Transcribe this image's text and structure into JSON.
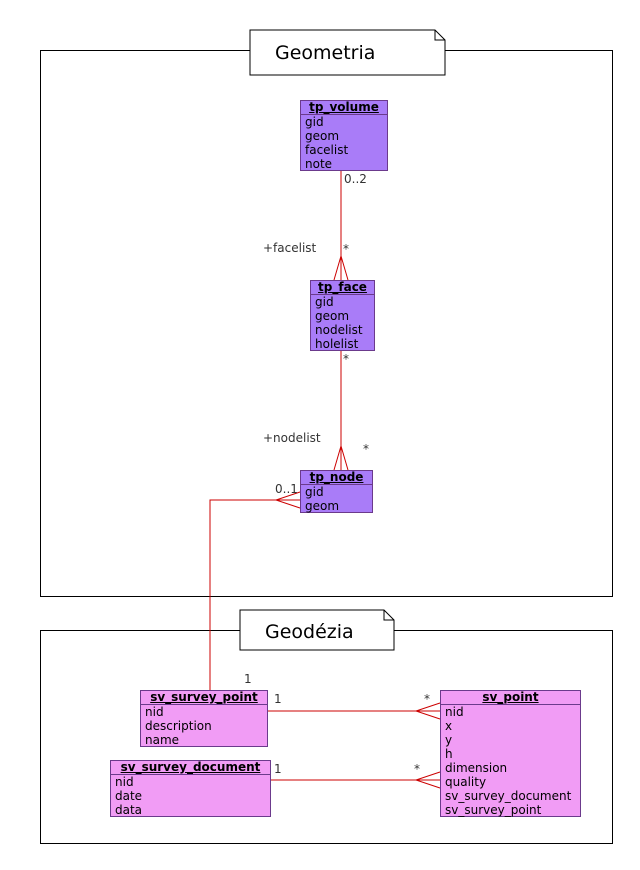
{
  "packages": {
    "geometria": {
      "title": "Geometria"
    },
    "geodezia": {
      "title": "Geodézia"
    }
  },
  "classes": {
    "tp_volume": {
      "name": "tp_volume",
      "attrs": [
        "gid",
        "geom",
        "facelist",
        "note"
      ]
    },
    "tp_face": {
      "name": "tp_face",
      "attrs": [
        "gid",
        "geom",
        "nodelist",
        "holelist"
      ]
    },
    "tp_node": {
      "name": "tp_node",
      "attrs": [
        "gid",
        "geom"
      ]
    },
    "sv_survey_point": {
      "name": "sv_survey_point",
      "attrs": [
        "nid",
        "description",
        "name"
      ]
    },
    "sv_survey_document": {
      "name": "sv_survey_document",
      "attrs": [
        "nid",
        "date",
        "data"
      ]
    },
    "sv_point": {
      "name": "sv_point",
      "attrs": [
        "nid",
        "x",
        "y",
        "h",
        "dimension",
        "quality",
        "sv_survey_document",
        "sv_survey_point"
      ]
    }
  },
  "associations": {
    "volume_face": {
      "source_mult": "0..2",
      "target_mult": "*",
      "role": "+facelist"
    },
    "face_node": {
      "source_mult": "*",
      "target_mult": "*",
      "role": "+nodelist"
    },
    "survey_node": {
      "source_mult": "1",
      "target_mult": "0..1"
    },
    "survey_point": {
      "source_mult": "1",
      "target_mult": "*"
    },
    "document_point": {
      "source_mult": "1",
      "target_mult": "*"
    }
  },
  "colors": {
    "topology_class": "#a97cf8",
    "survey_class": "#f19cf5",
    "association_line": "#cc0000"
  }
}
